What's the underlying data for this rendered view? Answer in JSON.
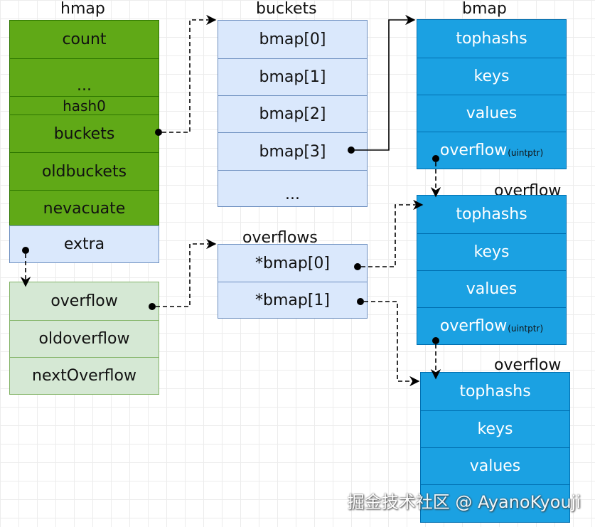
{
  "hmap": {
    "title": "hmap",
    "fields": [
      "count",
      "...",
      "hash0",
      "buckets",
      "oldbuckets",
      "nevacuate"
    ],
    "extra": "extra",
    "fill_color": "#60a917"
  },
  "mapextra": {
    "fields": [
      "overflow",
      "oldoverflow",
      "nextOverflow"
    ],
    "fill_color": "#d5e8d4"
  },
  "buckets": {
    "title": "buckets",
    "fields": [
      "bmap[0]",
      "bmap[1]",
      "bmap[2]",
      "bmap[3]",
      "..."
    ],
    "fill_color": "#dae8fc"
  },
  "overflows": {
    "title": "overflows",
    "fields": [
      "*bmap[0]",
      "*bmap[1]"
    ]
  },
  "bmap": {
    "title": "bmap",
    "fields": [
      "tophashs",
      "keys",
      "values",
      "overflow"
    ],
    "overflow_suffix": "(uintptr)",
    "fill_color": "#1ba1e2"
  },
  "overflow_bmap_1": {
    "title": "overflow",
    "fields": [
      "tophashs",
      "keys",
      "values",
      "overflow"
    ],
    "overflow_suffix": "(uintptr)"
  },
  "overflow_bmap_2": {
    "title": "overflow",
    "fields": [
      "tophashs",
      "keys",
      "values"
    ]
  },
  "watermark": "掘金技术社区 @ AyanoKyouji"
}
